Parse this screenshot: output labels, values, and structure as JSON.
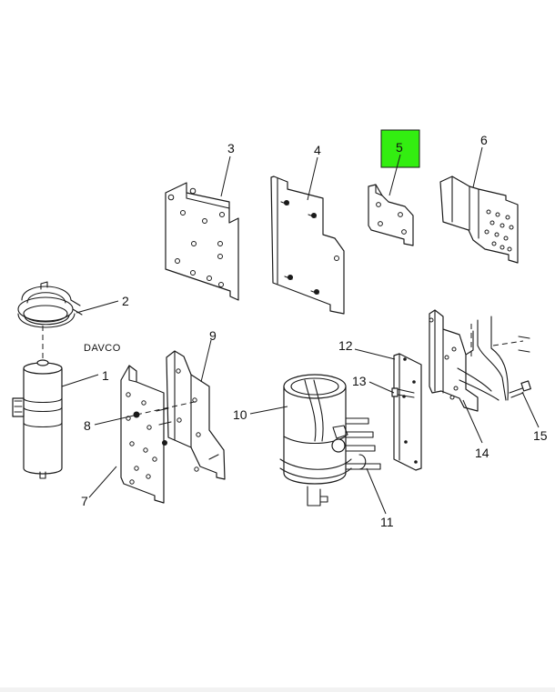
{
  "callouts": {
    "c1": "1",
    "c2": "2",
    "c3": "3",
    "c4": "4",
    "c5": "5",
    "c6": "6",
    "c7": "7",
    "c8": "8",
    "c9": "9",
    "c10": "10",
    "c11": "11",
    "c12": "12",
    "c13": "13",
    "c14": "14",
    "c15": "15"
  },
  "brand_label": "DAVCO",
  "highlight": {
    "callout": "5",
    "color": "#33ee11"
  }
}
